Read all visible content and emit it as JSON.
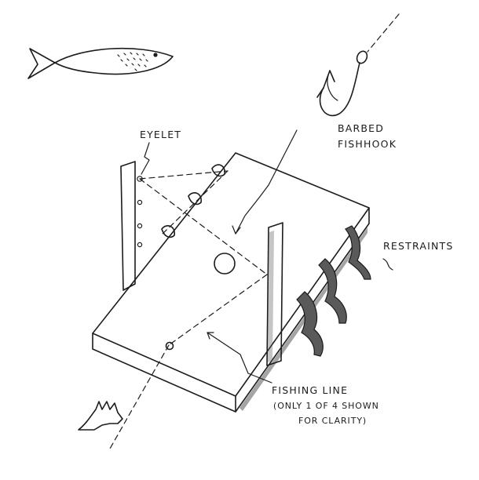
{
  "labels": {
    "eyelet": "EYELET",
    "barbed_line1": "BARBED",
    "barbed_line2": "FISHHOOK",
    "restraints": "RESTRAINTS",
    "fishing_line": "FISHING LINE",
    "note_line1": "(ONLY 1 OF 4 SHOWN",
    "note_line2": "FOR CLARITY)"
  },
  "colors": {
    "ink": "#1c1c1c",
    "paper": "#ffffff",
    "shade": "#5a5a5a"
  },
  "icons": [
    "fish-icon",
    "fishhook-icon",
    "hand-icon",
    "eyelet-icon",
    "restraint-icon"
  ]
}
